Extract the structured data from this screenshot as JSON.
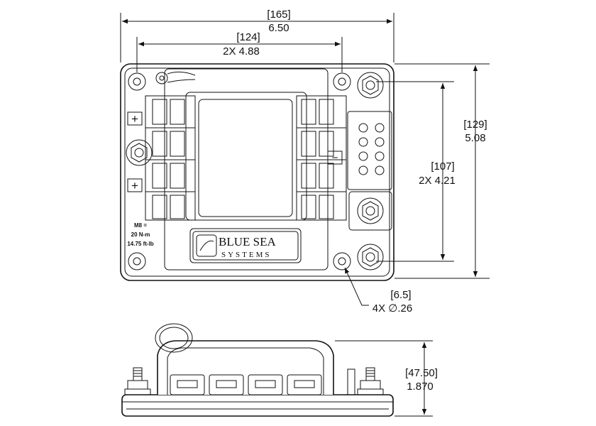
{
  "dimensions": {
    "overall_width": {
      "metric": "[165]",
      "imperial": "6.50"
    },
    "hole_spacing_width": {
      "metric": "[124]",
      "imperial": "2X  4.88"
    },
    "overall_height": {
      "metric": "[129]",
      "imperial": "5.08"
    },
    "hole_spacing_height": {
      "metric": "[107]",
      "imperial": "2X  4.21"
    },
    "hole_diameter": {
      "metric": "[6.5]",
      "imperial": "4X  ∅.26"
    },
    "side_height": {
      "metric": "[47.50]",
      "imperial": "1.870"
    }
  },
  "labels": {
    "torque_line1": "M8 =",
    "torque_line2": "20 N-m",
    "torque_line3": "14.75 ft-lb",
    "brand_line1": "BLUE SEA",
    "brand_line2": "SYSTEMS",
    "plus_symbol": "+",
    "minus_symbol": "−"
  }
}
